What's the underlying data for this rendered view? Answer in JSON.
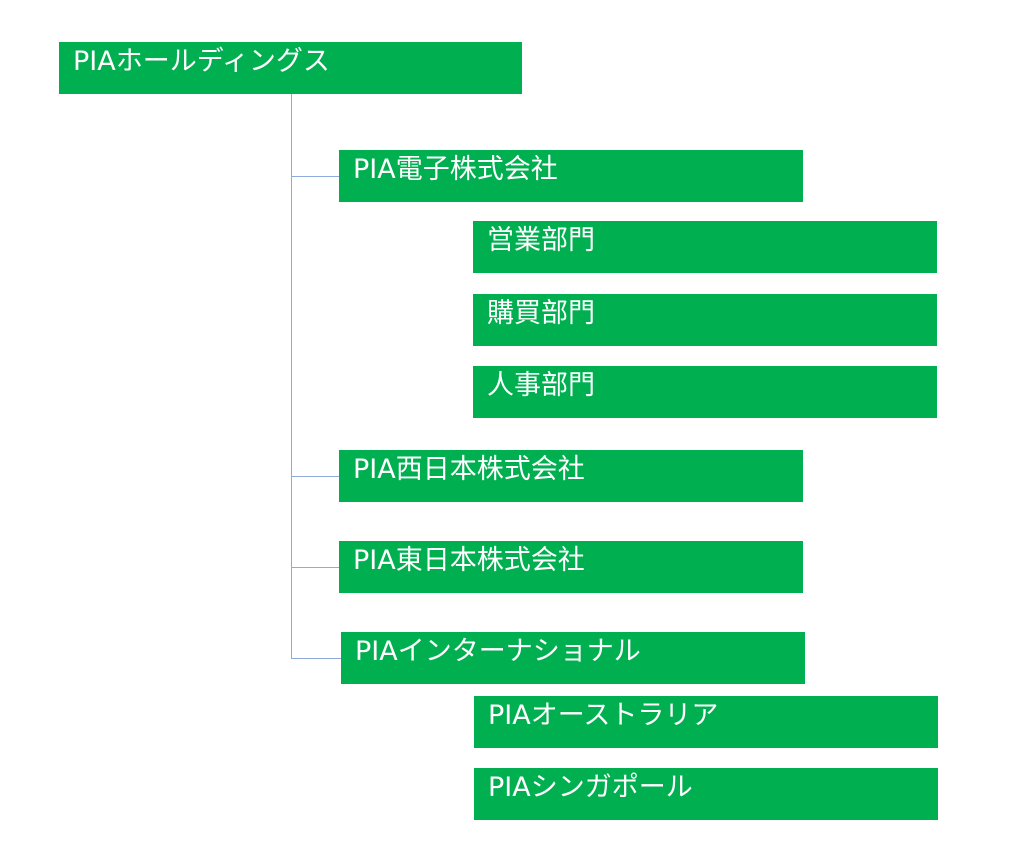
{
  "colors": {
    "box": "#00B050",
    "connector": "#8FAADC",
    "text": "#FFFFFF"
  },
  "root": "PIAホールディングス",
  "companies": [
    {
      "label": "PIA電子株式会社",
      "departments": [
        "営業部門",
        "購買部門",
        "人事部門"
      ]
    },
    {
      "label": "PIA西日本株式会社",
      "departments": []
    },
    {
      "label": "PIA東日本株式会社",
      "departments": []
    },
    {
      "label": "PIAインターナショナル",
      "departments": [
        "PIAオーストラリア",
        "PIAシンガポール"
      ]
    }
  ]
}
